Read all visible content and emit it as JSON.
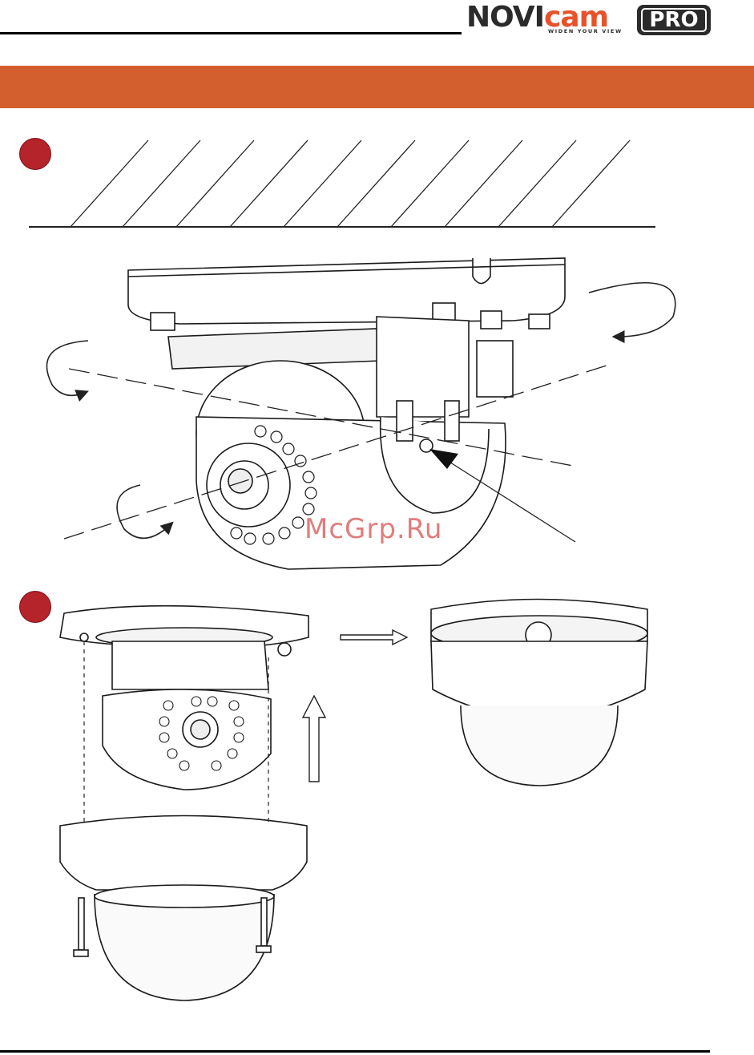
{
  "brand": {
    "name_dark": "NOVI",
    "name_accent": "cam",
    "tagline": "WIDEN YOUR VIEW",
    "badge": "PRO"
  },
  "colors": {
    "banner": "#d45f2e",
    "step_marker": "#b5232b",
    "brand_accent": "#e8522a"
  },
  "steps": [
    {
      "icon": "step-marker-dot"
    },
    {
      "icon": "step-marker-dot"
    }
  ],
  "watermark": "McGrp.Ru"
}
